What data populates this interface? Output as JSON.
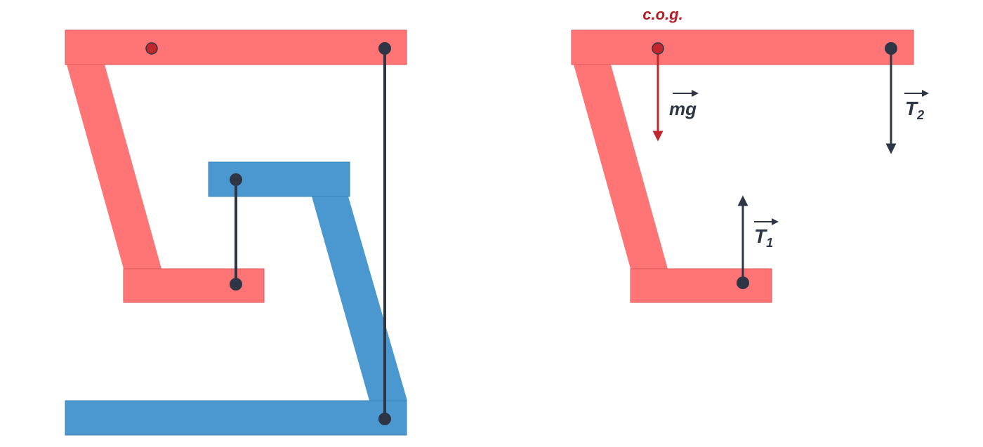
{
  "colors": {
    "red_part": "#FF7474",
    "red_edge": "#D85A5A",
    "blue_part": "#4A98CF",
    "blue_edge": "#3C84B8",
    "cable": "#2E3645",
    "cog_dot": "#C0282E",
    "red_label": "#B71C24",
    "dark_label": "#2E3645"
  },
  "labels": {
    "cog": "c.o.g.",
    "mg": "mg",
    "t1_letter": "T",
    "t1_sub": "1",
    "t2_letter": "T",
    "t2_sub": "2"
  },
  "icons": {
    "pin": "filled-circle",
    "vector": "arrow-over-letter"
  }
}
